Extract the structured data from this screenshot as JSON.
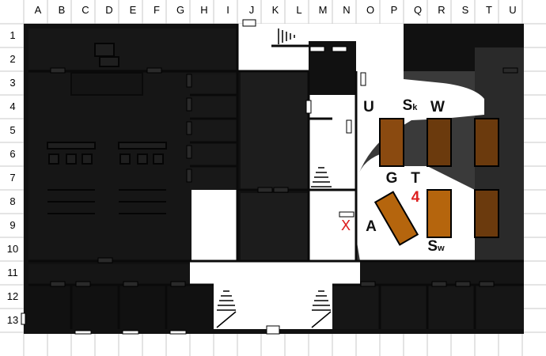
{
  "map": {
    "columns": [
      "A",
      "B",
      "C",
      "D",
      "E",
      "F",
      "G",
      "H",
      "I",
      "J",
      "K",
      "L",
      "M",
      "N",
      "O",
      "P",
      "Q",
      "R",
      "S",
      "T",
      "U"
    ],
    "rows": [
      "1",
      "2",
      "3",
      "4",
      "5",
      "6",
      "7",
      "8",
      "9",
      "10",
      "11",
      "12",
      "13"
    ],
    "markers": {
      "u": "U",
      "sk": "S",
      "sk_sub": "k",
      "w": "W",
      "g": "G",
      "t": "T",
      "a": "A",
      "sw": "S",
      "sw_sub": "w",
      "num4": "4",
      "x": "X"
    },
    "colors": {
      "wall": "#0a0a0a",
      "room_dark": "#1a1a1a",
      "fog": "#2e2e2e",
      "lit_floor": "#ffffff",
      "grid": "#c8c8c8",
      "table": "#b5650d",
      "table_alt": "#8a4a10",
      "marker_red": "#dd2020"
    }
  }
}
